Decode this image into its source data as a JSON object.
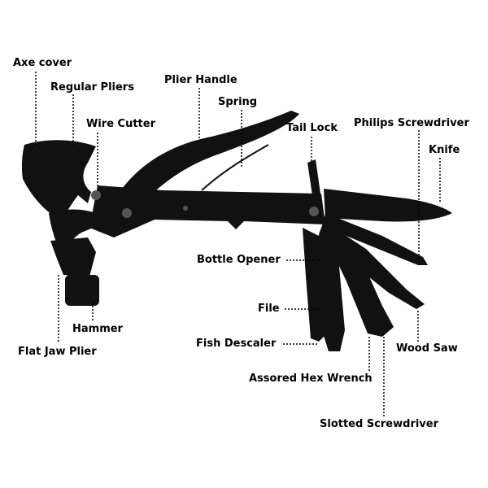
{
  "colors": {
    "tool_body": "#111111",
    "tool_highlight": "#555555",
    "background": "#ffffff",
    "label_text": "#000000"
  },
  "labels": {
    "axe_cover": "Axe cover",
    "regular_pliers": "Regular Pliers",
    "plier_handle": "Plier Handle",
    "spring": "Spring",
    "wire_cutter": "Wire Cutter",
    "tail_lock": "Tail Lock",
    "philips_screwdriver": "Philips Screwdriver",
    "knife": "Knife",
    "bottle_opener": "Bottle Opener",
    "file": "File",
    "hammer": "Hammer",
    "flat_jaw_plier": "Flat Jaw Plier",
    "fish_descaler": "Fish Descaler",
    "wood_saw": "Wood Saw",
    "hex_wrench": "Assored Hex Wrench",
    "slotted_screwdriver": "Slotted Screwdriver"
  }
}
